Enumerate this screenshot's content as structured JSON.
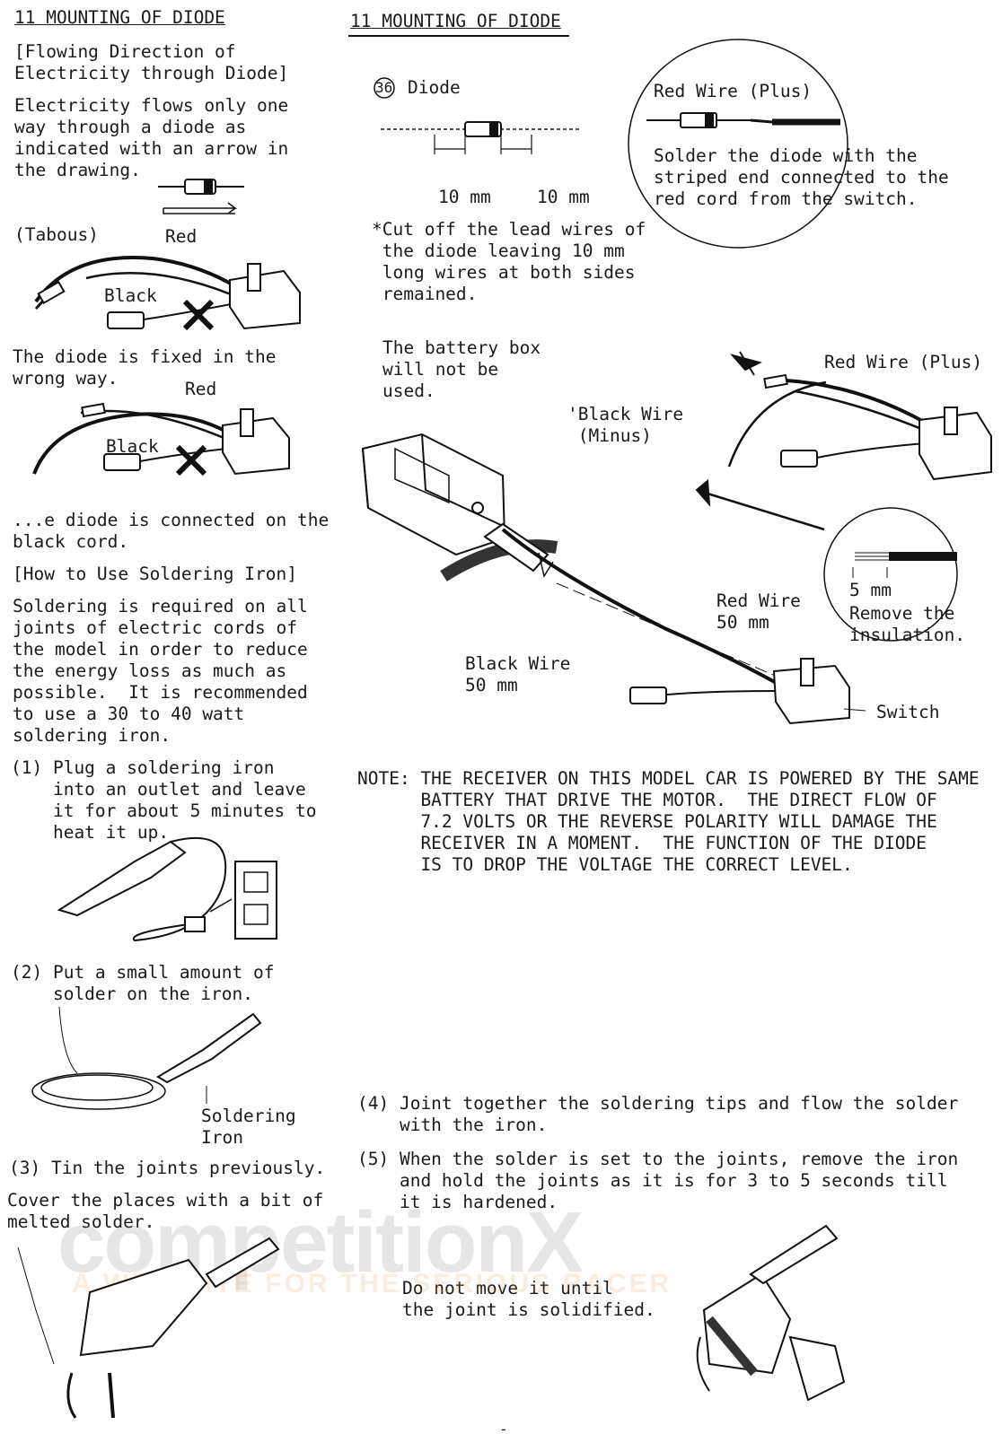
{
  "left": {
    "heading": "11 MOUNTING OF DIODE",
    "flow_title": [
      "[Flowing Direction of",
      "Electricity through Diode]"
    ],
    "flow_text": [
      "Electricity flows only one",
      "way through a diode as",
      "indicated with an arrow in",
      "the drawing."
    ],
    "taboos_label": "(Tabous)",
    "fig1_red": "Red",
    "fig1_black": "Black",
    "fig1_caption": [
      "The diode is fixed in the",
      "wrong way."
    ],
    "fig2_red": "Red",
    "fig2_black": "Black",
    "fig2_caption": [
      "...e diode is connected on the",
      "black cord."
    ],
    "iron_title": "[How to Use Soldering Iron]",
    "iron_text": [
      "Soldering is required on all",
      "joints of electric cords of",
      "the model in order to reduce",
      "the energy loss as much as",
      "possible.  It is recommended",
      "to use a 30 to 40 watt",
      "soldering iron."
    ],
    "step1": [
      "(1) Plug a soldering iron",
      "    into an outlet and leave",
      "    it for about 5 minutes to",
      "    heat it up."
    ],
    "step2": [
      "(2) Put a small amount of",
      "    solder on the iron."
    ],
    "soldering_iron_label": [
      "Soldering",
      "Iron"
    ],
    "step3": [
      "(3) Tin the joints previously.",
      "Cover the places with a bit of",
      "melted solder."
    ]
  },
  "right": {
    "heading": "11 MOUNTING OF DIODE",
    "part_number": "36",
    "part_name": "Diode",
    "dim_left": "10 mm",
    "dim_right": "10 mm",
    "cut_note": [
      "*Cut off the lead wires of",
      " the diode leaving 10 mm",
      " long wires at both sides",
      " remained."
    ],
    "circle_title": "Red Wire (Plus)",
    "circle_text": [
      "Solder the diode with the",
      "striped end connected to the",
      "red cord from the switch."
    ],
    "battery_note": [
      "The battery box",
      "will not be",
      "used."
    ],
    "red_wire_plus": "Red Wire (Plus)",
    "black_wire_minus": [
      "'Black Wire",
      " (Minus)"
    ],
    "insulation_dim": "5 mm",
    "insulation_text": [
      "Remove the",
      "insulation."
    ],
    "red_wire_len": [
      "Red Wire",
      "50 mm"
    ],
    "black_wire_len": [
      "Black Wire",
      "50 mm"
    ],
    "switch_label": "Switch",
    "note": [
      "NOTE: THE RECEIVER ON THIS MODEL CAR IS POWERED BY THE SAME",
      "      BATTERY THAT DRIVE THE MOTOR.  THE DIRECT FLOW OF",
      "      7.2 VOLTS OR THE REVERSE POLARITY WILL DAMAGE THE",
      "      RECEIVER IN A MOMENT.  THE FUNCTION OF THE DIODE",
      "      IS TO DROP THE VOLTAGE THE CORRECT LEVEL."
    ],
    "step4": [
      "(4) Joint together the soldering tips and flow the solder",
      "    with the iron."
    ],
    "step5": [
      "(5) When the solder is set to the joints, remove the iron",
      "    and hold the joints as it is for 3 to 5 seconds till",
      "    it is hardened."
    ],
    "dont_move": [
      "Do not move it until",
      "the joint is solidified."
    ]
  },
  "watermark": {
    "brand": "competitionX",
    "tagline": "A WEB SITE FOR THE SERIOUS RACER"
  }
}
